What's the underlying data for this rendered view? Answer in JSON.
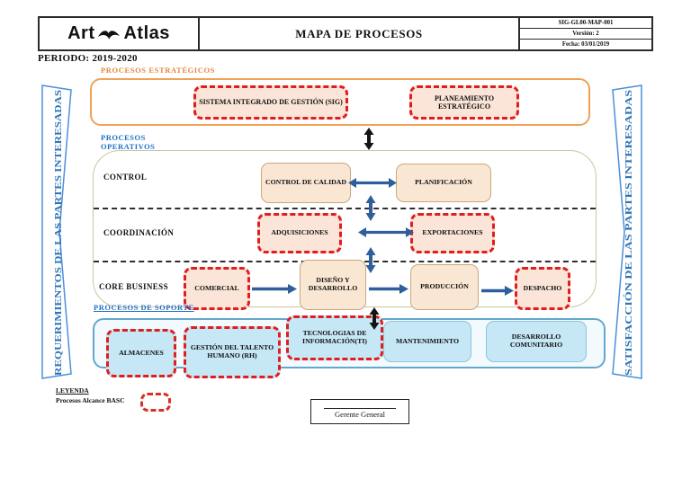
{
  "header": {
    "logo_art": "Art",
    "logo_atlas": "Atlas",
    "title": "MAPA DE PROCESOS",
    "doc_code": "SIG-GL00-MAP-001",
    "version": "Versión: 2",
    "date": "Fecha: 03/01/2019"
  },
  "period": "PERIODO: 2019-2020",
  "banners": {
    "left": "REQUERIMIENTOS DE LAS PARTES INTERESADAS",
    "right": "SATISFACCIÓN DE LAS PARTES INTERESADAS"
  },
  "estrategicos": {
    "label": "PROCESOS ESTRATÉGICOS",
    "boxes": [
      {
        "label": "SISTEMA INTEGRADO DE GESTIÓN (SIG)",
        "style": "dashed"
      },
      {
        "label": "PLANEAMIENTO ESTRATÉGICO",
        "style": "dashed"
      }
    ]
  },
  "operativos": {
    "label_line1": "PROCESOS",
    "label_line2": "OPERATIVOS",
    "rows": [
      {
        "label": "CONTROL",
        "boxes": [
          {
            "label": "CONTROL DE CALIDAD",
            "style": "solid"
          },
          {
            "label": "PLANIFICACIÓN",
            "style": "solid"
          }
        ]
      },
      {
        "label": "COORDINACIÓN",
        "boxes": [
          {
            "label": "ADQUISICIONES",
            "style": "dashed"
          },
          {
            "label": "EXPORTACIONES",
            "style": "dashed"
          }
        ]
      },
      {
        "label": "CORE BUSINESS",
        "boxes": [
          {
            "label": "COMERCIAL",
            "style": "dashed"
          },
          {
            "label": "DISEÑO Y DESARROLLO",
            "style": "solid"
          },
          {
            "label": "PRODUCCIÓN",
            "style": "solid"
          },
          {
            "label": "DESPACHO",
            "style": "dashed"
          }
        ]
      }
    ]
  },
  "soporte": {
    "label": "PROCESOS DE SOPORTE",
    "boxes": [
      {
        "label": "ALMACENES",
        "style": "dashed"
      },
      {
        "label": "GESTIÓN DEL TALENTO HUMANO (RH)",
        "style": "dashed"
      },
      {
        "label": "TECNOLOGIAS DE INFORMACIÓN(TI)",
        "style": "dashed"
      },
      {
        "label": "MANTENIMIENTO",
        "style": "solid"
      },
      {
        "label": "DESARROLLO COMUNITARIO",
        "style": "solid"
      }
    ]
  },
  "legend": {
    "title": "LEYENDA",
    "item_label": "Procesos Alcance BASC"
  },
  "signature": {
    "label": "Gerente General"
  },
  "colors": {
    "dashed_border": "#E01E1E",
    "peach_fill": "#FBE5D8",
    "blue_fill": "#C6E7F6",
    "orange_border": "#F0A155",
    "operativos_border": "#C8C8A0",
    "soporte_border": "#63A8CC",
    "arrow_blue": "#2E5F9B",
    "arrow_black": "#141414",
    "label_orange": "#E8833A",
    "label_blue": "#1F6FC5",
    "banner_text_blue": "#2E74B5"
  }
}
